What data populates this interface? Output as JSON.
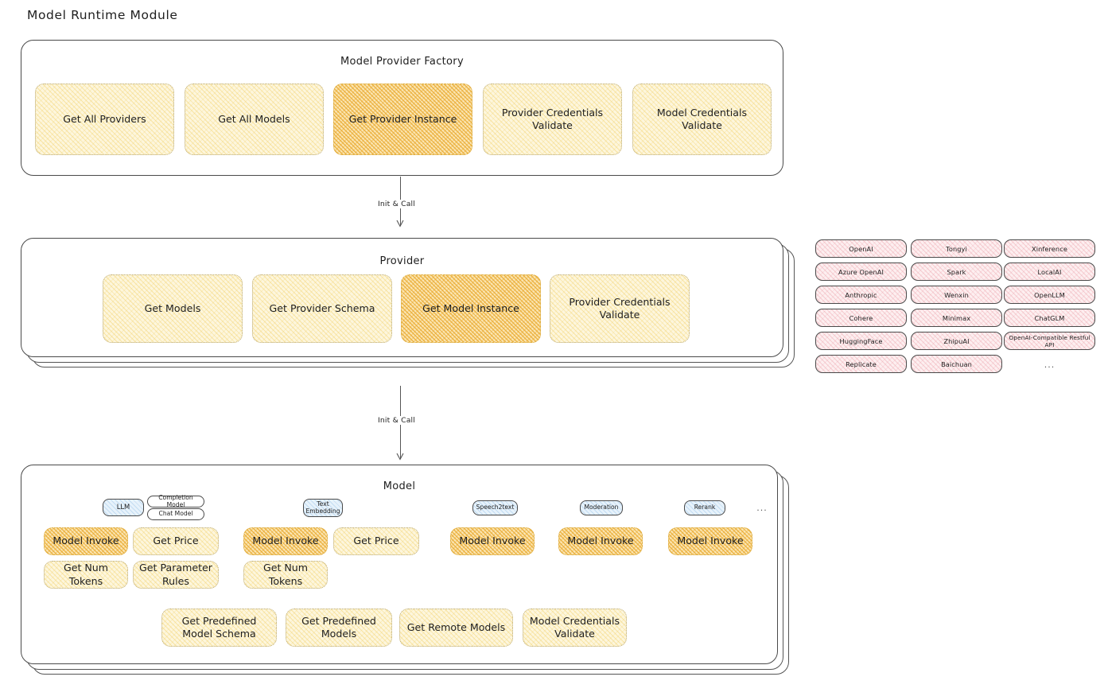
{
  "page": {
    "title": "Model Runtime Module"
  },
  "factory": {
    "title": "Model Provider Factory",
    "items": [
      {
        "label": "Get All Providers",
        "highlight": false
      },
      {
        "label": "Get All Models",
        "highlight": false
      },
      {
        "label": "Get Provider Instance",
        "highlight": true
      },
      {
        "label": "Provider Credentials Validate",
        "highlight": false
      },
      {
        "label": "Model Credentials Validate",
        "highlight": false
      }
    ]
  },
  "arrows": [
    {
      "label": "Init & Call"
    },
    {
      "label": "Init & Call"
    }
  ],
  "provider": {
    "title": "Provider",
    "items": [
      {
        "label": "Get Models",
        "highlight": false
      },
      {
        "label": "Get Provider Schema",
        "highlight": false
      },
      {
        "label": "Get Model Instance",
        "highlight": true
      },
      {
        "label": "Provider Credentials Validate",
        "highlight": false
      }
    ]
  },
  "provider_list": {
    "columns": [
      [
        "OpenAI",
        "Azure OpenAI",
        "Anthropic",
        "Cohere",
        "HuggingFace",
        "Replicate"
      ],
      [
        "Tongyi",
        "Spark",
        "Wenxin",
        "Minimax",
        "ZhipuAI",
        "Baichuan"
      ],
      [
        "Xinference",
        "LocalAI",
        "OpenLLM",
        "ChatGLM",
        "OpenAI-Compatible Restful API"
      ]
    ],
    "more": "..."
  },
  "model": {
    "title": "Model",
    "more": "...",
    "types": [
      {
        "badge": "LLM",
        "sub_badges": [
          "Completion Model",
          "Chat Model"
        ],
        "methods": [
          {
            "label": "Model Invoke",
            "highlight": true
          },
          {
            "label": "Get Price",
            "highlight": false
          },
          {
            "label": "Get Num Tokens",
            "highlight": false
          },
          {
            "label": "Get Parameter Rules",
            "highlight": false
          }
        ]
      },
      {
        "badge": "Text Embedding",
        "sub_badges": [],
        "methods": [
          {
            "label": "Model Invoke",
            "highlight": true
          },
          {
            "label": "Get Price",
            "highlight": false
          },
          {
            "label": "Get Num Tokens",
            "highlight": false
          }
        ]
      },
      {
        "badge": "Speech2text",
        "sub_badges": [],
        "methods": [
          {
            "label": "Model Invoke",
            "highlight": true
          }
        ]
      },
      {
        "badge": "Moderation",
        "sub_badges": [],
        "methods": [
          {
            "label": "Model Invoke",
            "highlight": true
          }
        ]
      },
      {
        "badge": "Rerank",
        "sub_badges": [],
        "methods": [
          {
            "label": "Model Invoke",
            "highlight": true
          }
        ]
      }
    ],
    "common_methods": [
      {
        "label": "Get Predefined Model Schema"
      },
      {
        "label": "Get Predefined Models"
      },
      {
        "label": "Get Remote Models"
      },
      {
        "label": "Model Credentials Validate"
      }
    ]
  },
  "colors": {
    "accent_yellow": "#fdf6dd",
    "accent_yellow_strong": "#fbe6b4",
    "accent_pink": "#fdeff0",
    "accent_blue": "#e7f2fb",
    "stroke": "#4a4a4a",
    "text": "#1e1e1e"
  }
}
